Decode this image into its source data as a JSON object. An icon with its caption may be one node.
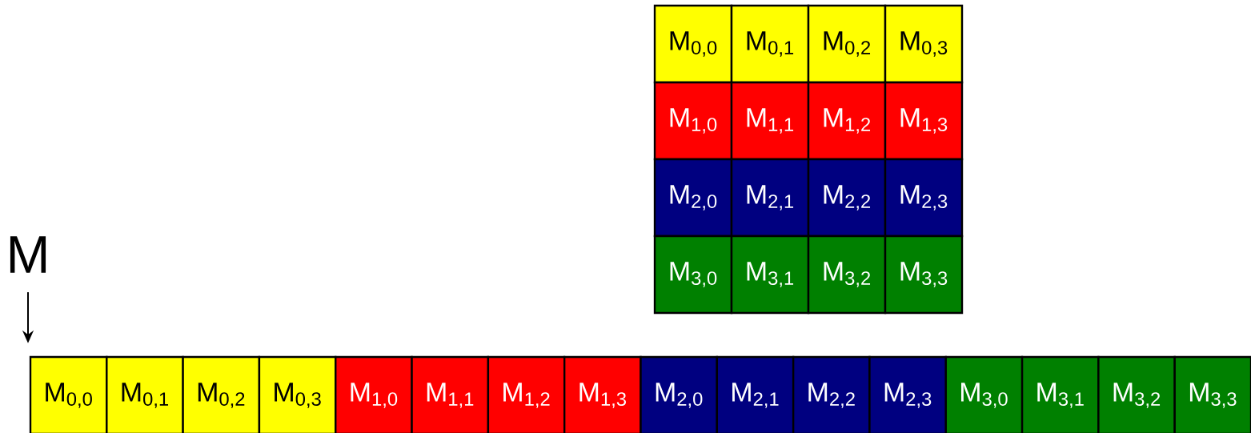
{
  "diagram": {
    "nodes": [
      {
        "text": [
          "M$_{0,0}$"
        ]
      },
      {
        "text": [
          "M$_{0,1}$"
        ]
      },
      {
        "text": [
          "M$_{0,2}$"
        ]
      },
      {
        "text": [
          "M$_{0,3}$"
        ]
      },
      {
        "text": [
          "M$_{1,0}$"
        ]
      },
      {
        "text": [
          "M$_{1,1}$"
        ]
      },
      {
        "text": [
          "M$_{1,2}$"
        ]
      },
      {
        "text": [
          "M$_{1,3}$"
        ]
      },
      {
        "text": [
          "M$_{2,0}$"
        ]
      },
      {
        "text": [
          "M$_{2,1}$"
        ]
      },
      {
        "text": [
          "M$_{2,2}$"
        ]
      },
      {
        "text": [
          "M$_{2,3}$"
        ]
      },
      {
        "text": [
          "M$_{3,0}$"
        ]
      },
      {
        "text": [
          "M$_{3,1}$"
        ]
      },
      {
        "text": [
          "M$_{3,2}$"
        ]
      },
      {
        "text": [
          "M$_{3,3}$"
        ]
      },
      {
        "text": [
          "M"
        ]
      },
      {
        "text": [
          "M$_{0,0}$"
        ]
      },
      {
        "text": [
          "M$_{0,1}$"
        ]
      },
      {
        "text": [
          "M$_{0,2}$"
        ]
      },
      {
        "text": [
          "M$_{0,3}$"
        ]
      },
      {
        "text": [
          "M$_{1,0}$"
        ]
      },
      {
        "text": [
          "M$_{1,1}$"
        ]
      },
      {
        "text": [
          "M$_{1,2}$"
        ]
      },
      {
        "text": [
          "M$_{1,3}$"
        ]
      },
      {
        "text": [
          "M$_{2,0}$"
        ]
      },
      {
        "text": [
          "M$_{2,1}$"
        ]
      },
      {
        "text": [
          "M$_{2,2}$"
        ]
      },
      {
        "text": [
          "M$_{2,3}$"
        ]
      },
      {
        "text": [
          "M$_{3,0}$"
        ]
      },
      {
        "text": [
          "M$_{3,1}$"
        ]
      },
      {
        "text": [
          "M$_{3,2}$"
        ]
      },
      {
        "text": [
          "M$_{3,3}$"
        ]
      }
    ],
    "edges": [
      {
        "from": 16,
        "to": 17,
        "arrow": "to"
      }
    ]
  }
}
